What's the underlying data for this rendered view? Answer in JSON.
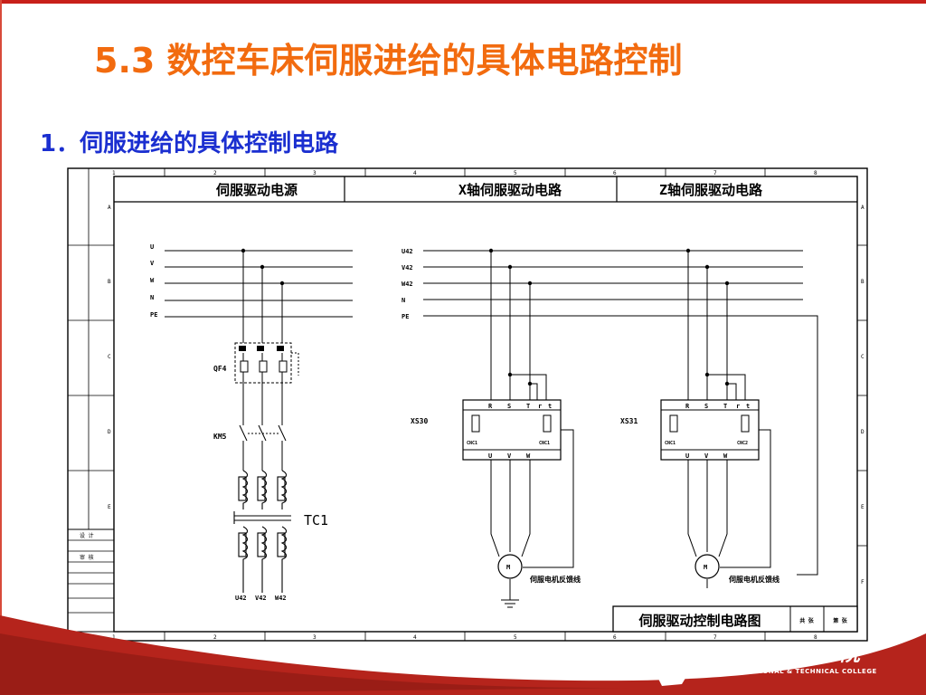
{
  "slide": {
    "title": "5.3 数控车床伺服进给的具体电路控制",
    "subtitle": "1．伺服进给的具体控制电路"
  },
  "diagram": {
    "headers": [
      "伺服驱动电源",
      "X轴伺服驱动电路",
      "Z轴伺服驱动电路"
    ],
    "column_numbers": [
      "1",
      "2",
      "3",
      "4",
      "5",
      "6",
      "7",
      "8"
    ],
    "row_letters": [
      "A",
      "B",
      "C",
      "D",
      "E",
      "F"
    ],
    "left_bus": [
      "U",
      "V",
      "W",
      "N",
      "PE"
    ],
    "right_bus": [
      "U42",
      "V42",
      "W42",
      "N",
      "PE"
    ],
    "breaker_label": "QF4",
    "contactor_label": "KM5",
    "transformer_label": "TC1",
    "transformer_outputs": [
      "U42",
      "V42",
      "W42"
    ],
    "drive_x_label": "XS30",
    "drive_z_label": "XS31",
    "drive_terminals_top": [
      "R",
      "S",
      "T",
      "r",
      "t"
    ],
    "drive_terminals_bottom": [
      "U",
      "V",
      "W"
    ],
    "drive_x_ports": [
      "CNC1",
      "CNC1"
    ],
    "drive_z_ports": [
      "CNC1",
      "CNC2"
    ],
    "motor_label": "M",
    "feedback_label": "伺服电机反馈线",
    "title_block": {
      "name": "伺服驱动控制电路图",
      "total": "共 张",
      "sheet": "第 张"
    },
    "side_block": [
      "设 计",
      "审 核"
    ]
  },
  "footer": {
    "logo_text": "柳州职业技术学院",
    "logo_subtext": "LIUZHOU VOCATIONAL & TECHNICAL COLLEGE",
    "accent_color": "#b5241c"
  }
}
